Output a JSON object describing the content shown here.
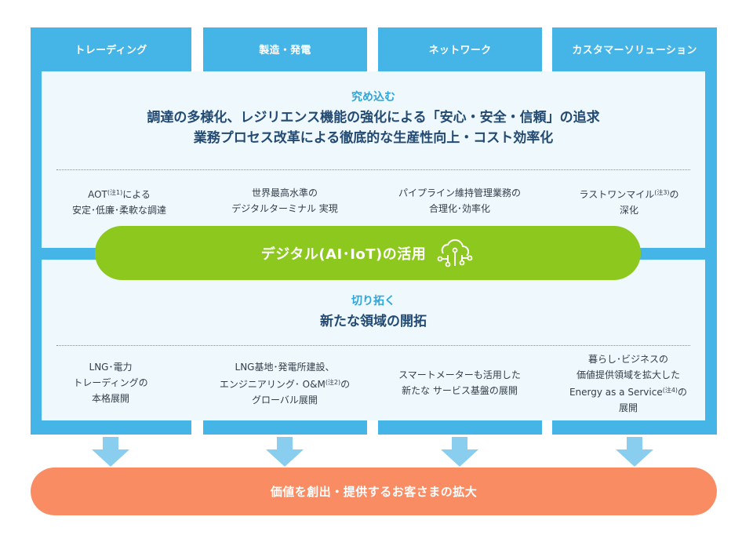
{
  "columns": [
    {
      "label": "トレーディング"
    },
    {
      "label": "製造・発電"
    },
    {
      "label": "ネットワーク"
    },
    {
      "label": "カスタマーソリューション"
    }
  ],
  "top_section": {
    "kicker": "究め込む",
    "line1": "調達の多様化、レジリエンス機能の強化による「安心・安全・信頼」の追求",
    "line2": "業務プロセス改革による徹底的な生産性向上・コスト効率化",
    "cells": [
      {
        "line1_main": "AOT",
        "line1_note": "(注1)",
        "line1_tail": "による",
        "line2": "安定･低廉･柔軟な調達"
      },
      {
        "line1_main": "世界最高水準の",
        "line1_note": "",
        "line1_tail": "",
        "line2": "デジタルターミナル 実現"
      },
      {
        "line1_main": "パイプライン維持管理業務の",
        "line1_note": "",
        "line1_tail": "",
        "line2": "合理化･効率化"
      },
      {
        "line1_main": "ラストワンマイル",
        "line1_note": "(注3)",
        "line1_tail": "の",
        "line2": "深化"
      }
    ]
  },
  "center_pill": {
    "label": "デジタル(AI･IoT)の活用",
    "icon": "cloud-circuit-icon"
  },
  "bottom_section": {
    "kicker": "切り拓く",
    "line1": "新たな領域の開拓",
    "cells": [
      {
        "lines": [
          "LNG･電力",
          "トレーディングの",
          "本格展開"
        ]
      },
      {
        "l1": "LNG基地･発電所建設、",
        "l2_main": "エンジニアリング･ O&M",
        "l2_note": "(注2)",
        "l2_tail": "の",
        "l3": "グローバル展開"
      },
      {
        "lines": [
          "スマートメーターも活用した",
          "新たな サービス基盤の展開"
        ]
      },
      {
        "l1": "暮らし･ビジネスの",
        "l2": "価値提供領域を拡大した",
        "l3_main": "Energy as a Service",
        "l3_note": "(注4)",
        "l3_tail": "の",
        "l4": "展開"
      }
    ]
  },
  "outcome": {
    "label": "価値を創出・提供するお客さまの拡大"
  },
  "colors": {
    "column_blue": "#45b4e6",
    "panel_bg": "#eef8fd",
    "kicker_blue": "#2da6dc",
    "headline_navy": "#234a72",
    "pill_green": "#8dc81f",
    "outcome_orange": "#fa8c64",
    "arrow_blue": "#89cdef"
  }
}
